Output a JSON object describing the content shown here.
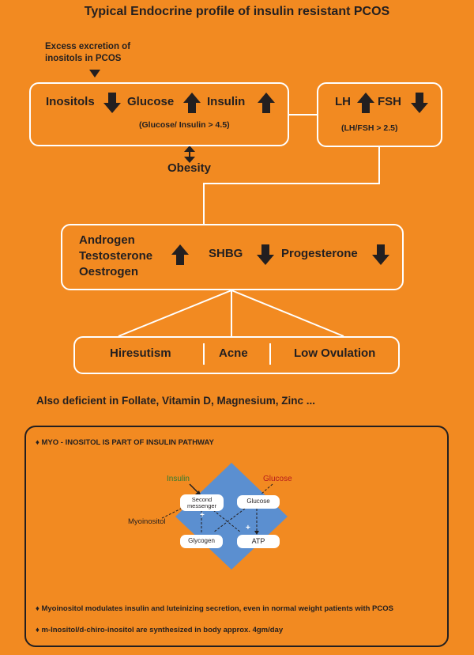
{
  "title": "Typical Endocrine profile of insulin resistant PCOS",
  "excess_note": "Excess excretion of inositols in PCOS",
  "box1": {
    "inositols": "Inositols",
    "glucose": "Glucose",
    "insulin": "Insulin",
    "ratio": "(Glucose/ Insulin > 4.5)"
  },
  "obesity": "Obesity",
  "box2": {
    "lh": "LH",
    "fsh": "FSH",
    "ratio": "(LH/FSH > 2.5)"
  },
  "box3": {
    "androgen": "Androgen",
    "testosterone": "Testosterone",
    "oestrogen": "Oestrogen",
    "shbg": "SHBG",
    "progesterone": "Progesterone"
  },
  "box4": {
    "hiresutism": "Hiresutism",
    "acne": "Acne",
    "low_ovulation": "Low Ovulation"
  },
  "deficient": "Also deficient in Follate, Vitamin D, Magnesium, Zinc ...",
  "panel": {
    "heading": "♦ MYO - INOSITOL IS PART OF INSULIN PATHWAY",
    "insulin": "Insulin",
    "glucose_label": "Glucose",
    "myoinositol": "Myoinositol",
    "second_messenger": "Second messenger",
    "glucose_pill": "Glucose",
    "glycogen": "Glycogen",
    "atp": "ATP",
    "plus1": "+",
    "plus2": "+",
    "bullet1": "♦ Myoinositol modulates insulin and luteinizing secretion, even in normal weight patients with PCOS",
    "bullet2": "♦ m-Inositol/d-chiro-inositol are synthesized in body approx. 4gm/day",
    "colors": {
      "insulin": "#2e7d32",
      "glucose": "#b71c1c",
      "diamond": "#5b8fd0"
    }
  }
}
